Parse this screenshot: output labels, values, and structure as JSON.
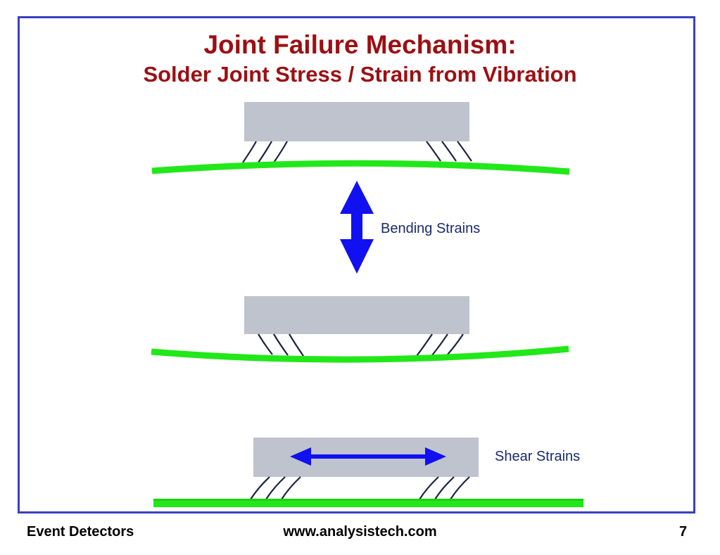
{
  "slide": {
    "title": "Joint Failure Mechanism:",
    "subtitle": "Solder Joint Stress / Strain from Vibration",
    "bending_label": "Bending Strains",
    "shear_label": "Shear Strains"
  },
  "footer": {
    "left": "Event Detectors",
    "center": "www.analysistech.com",
    "page_number": "7"
  },
  "colors": {
    "title": "#9c0f12",
    "frame": "#3a3fc4",
    "component": "#bfc3ce",
    "board": "#22e81a",
    "arrow": "#1010f0",
    "lead": "#1b2440"
  }
}
